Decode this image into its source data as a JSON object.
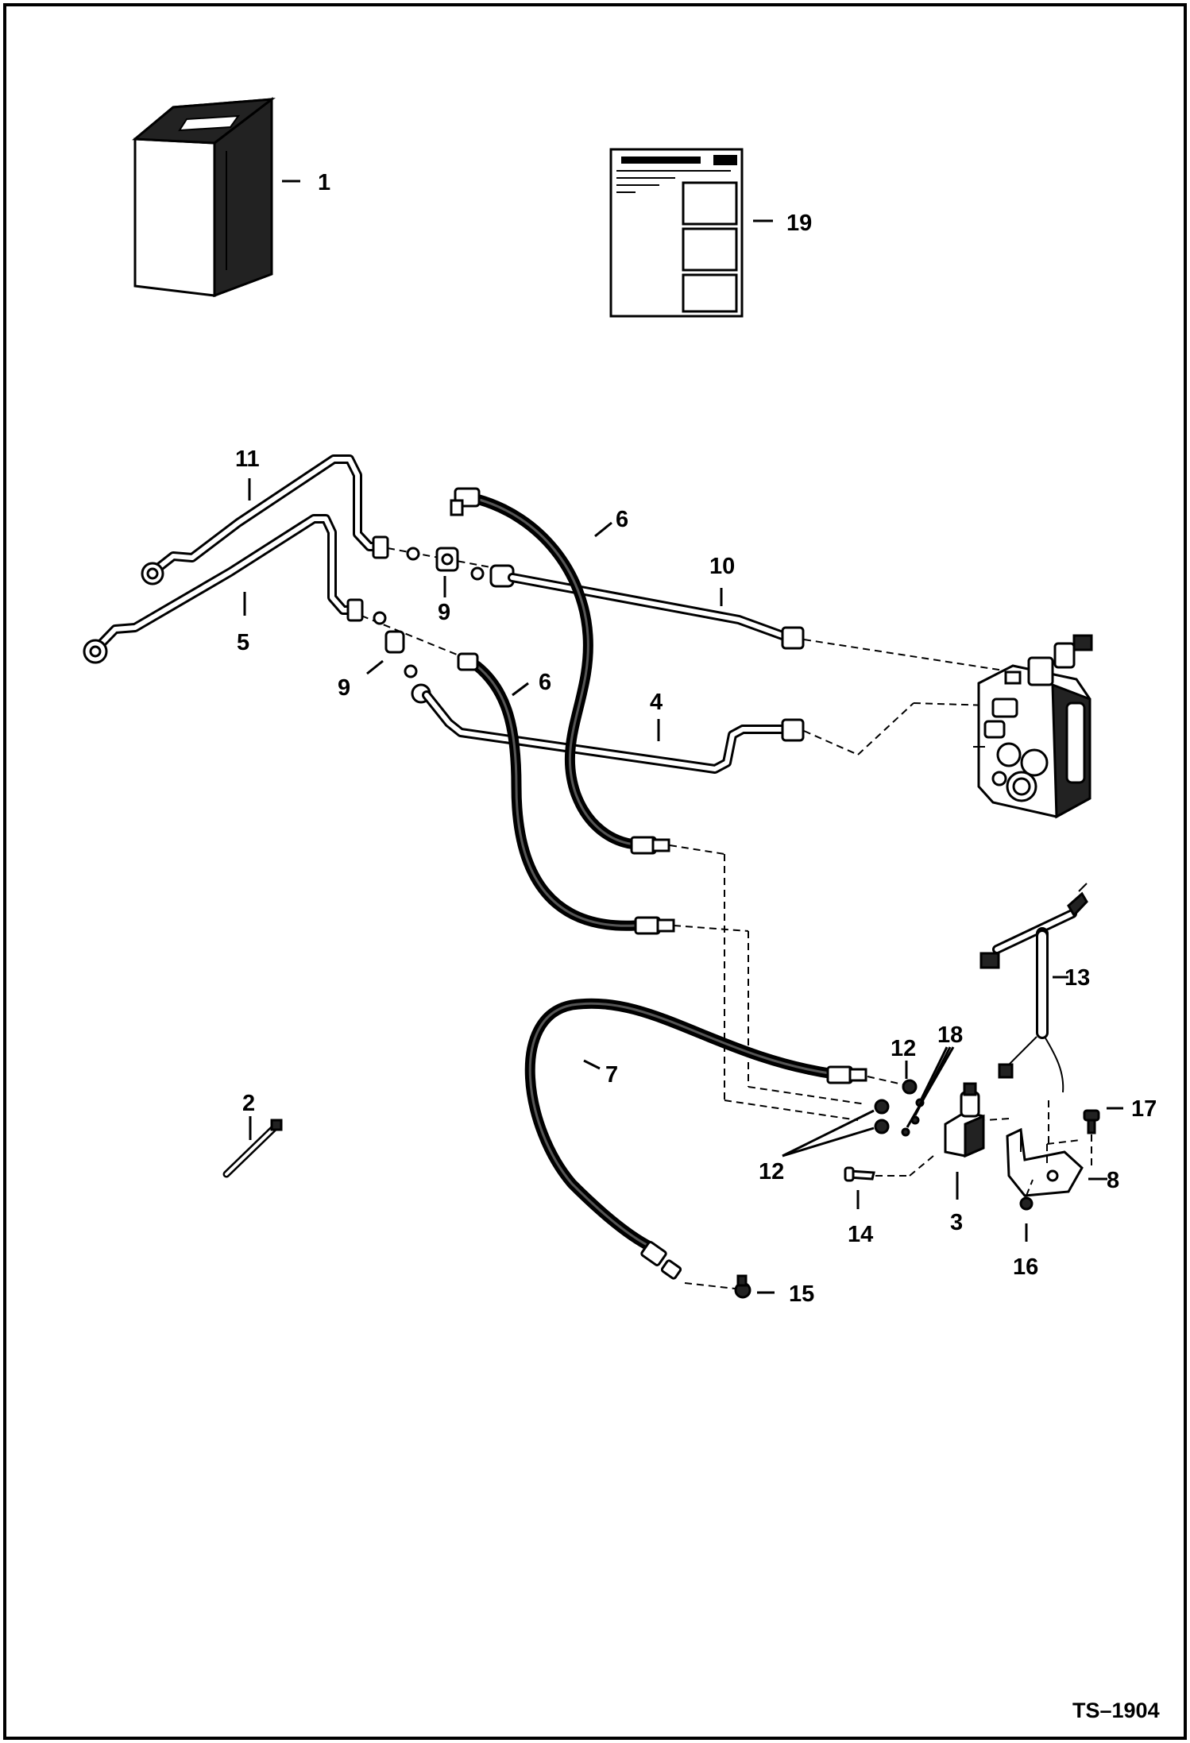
{
  "callouts": {
    "c1": "1",
    "c2": "2",
    "c3": "3",
    "c4": "4",
    "c5": "5",
    "c6a": "6",
    "c6b": "6",
    "c7": "7",
    "c8": "8",
    "c9a": "9",
    "c9b": "9",
    "c10": "10",
    "c11": "11",
    "c12a": "12",
    "c12b": "12",
    "c13": "13",
    "c14": "14",
    "c15": "15",
    "c16": "16",
    "c17": "17",
    "c18": "18",
    "c19": "19"
  },
  "document_id": "TS–1904"
}
